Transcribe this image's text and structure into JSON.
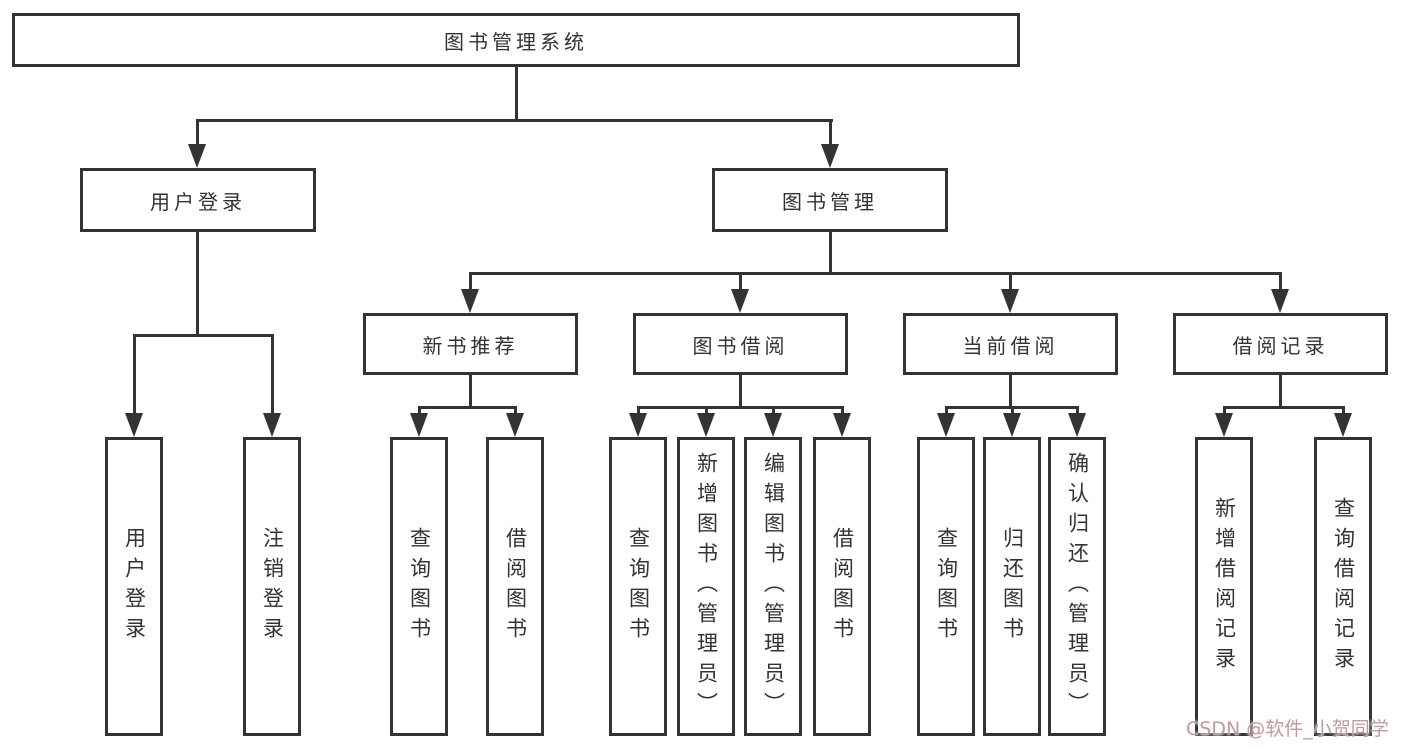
{
  "colors": {
    "line": "#333333",
    "box_border": "#333333",
    "text": "#333333",
    "background": "#ffffff",
    "watermark": "#c4999b"
  },
  "diagram": {
    "root": {
      "label": "图书管理系统"
    },
    "level2": {
      "user_login": {
        "label": "用户登录"
      },
      "book_mgmt": {
        "label": "图书管理"
      }
    },
    "level3": {
      "new_book": {
        "label": "新书推荐"
      },
      "borrow": {
        "label": "图书借阅"
      },
      "current": {
        "label": "当前借阅"
      },
      "records": {
        "label": "借阅记录"
      }
    },
    "leaves": {
      "user_login_1": {
        "label": "用户登录"
      },
      "user_login_2": {
        "label": "注销登录"
      },
      "new_book_1": {
        "label": "查询图书"
      },
      "new_book_2": {
        "label": "借阅图书"
      },
      "borrow_1": {
        "label": "查询图书"
      },
      "borrow_2": {
        "label": "新增图书（管理员）"
      },
      "borrow_3": {
        "label": "编辑图书（管理员）"
      },
      "borrow_4": {
        "label": "借阅图书"
      },
      "current_1": {
        "label": "查询图书"
      },
      "current_2": {
        "label": "归还图书"
      },
      "current_3": {
        "label": "确认归还（管理员）"
      },
      "records_1": {
        "label": "新增借阅记录"
      },
      "records_2": {
        "label": "查询借阅记录"
      }
    }
  },
  "watermark": {
    "text": "CSDN @软件_小贺同学"
  }
}
